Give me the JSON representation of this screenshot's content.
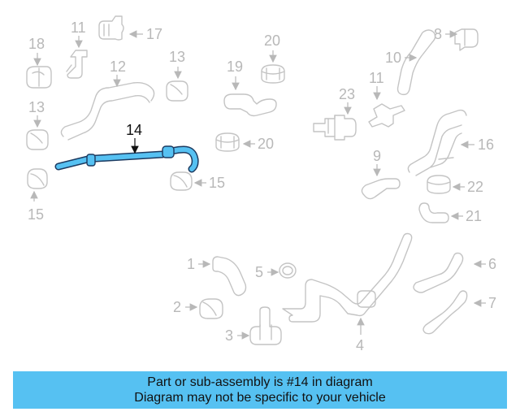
{
  "highlight_color": "#56c1f2",
  "banner_color": "#56c1f2",
  "callouts": {
    "c1": "1",
    "c2": "2",
    "c3": "3",
    "c4": "4",
    "c5": "5",
    "c6": "6",
    "c7": "7",
    "c8": "8",
    "c9": "9",
    "c10": "10",
    "c11a": "11",
    "c11b": "11",
    "c12": "12",
    "c13a": "13",
    "c13b": "13",
    "c14": "14",
    "c15a": "15",
    "c15b": "15",
    "c16": "16",
    "c17": "17",
    "c18": "18",
    "c19": "19",
    "c20a": "20",
    "c20b": "20",
    "c21": "21",
    "c22": "22",
    "c23": "23"
  },
  "banner": {
    "line1": "Part or sub-assembly is #14 in diagram",
    "line2": "Diagram may not be specific to your vehicle"
  }
}
